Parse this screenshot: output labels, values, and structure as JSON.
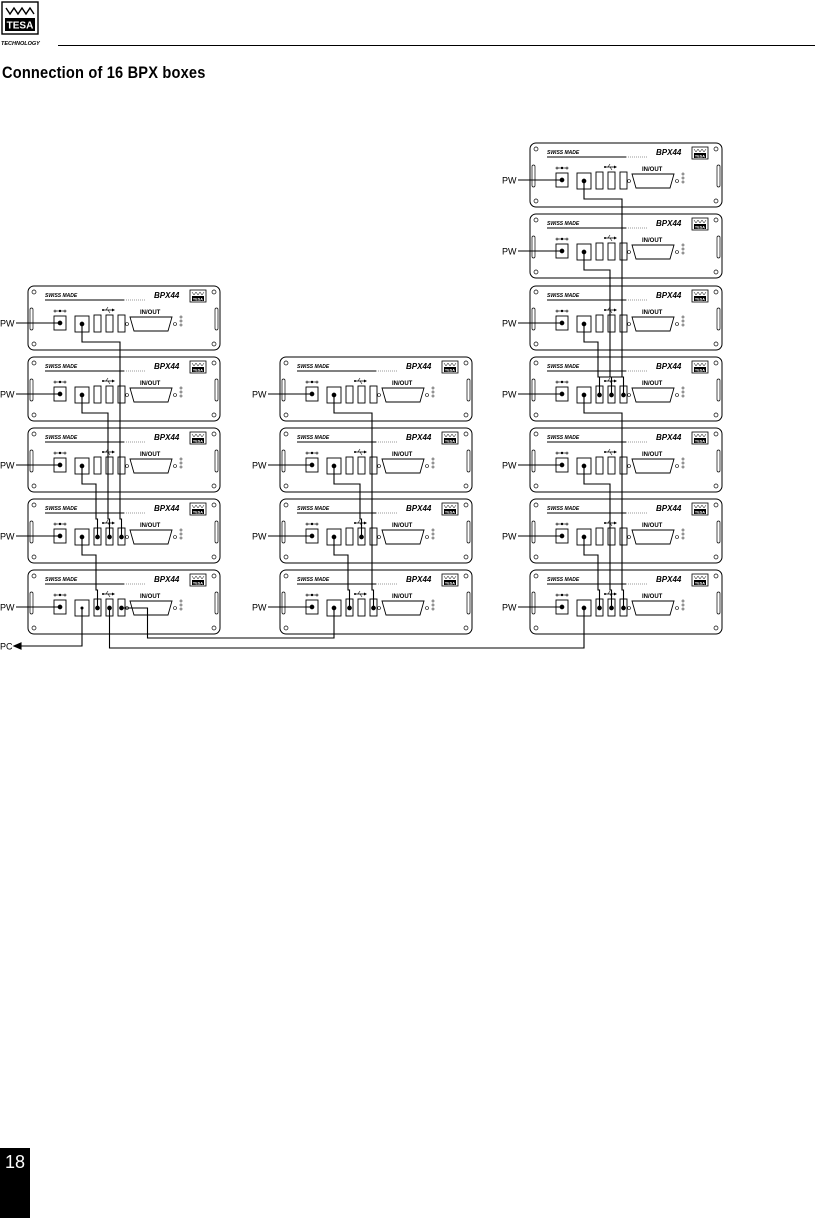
{
  "header": {
    "brand_logo": "TESA",
    "brand_sub": "TECHNOLOGY",
    "logo_icon": "tesa-logo-icon"
  },
  "title": "Connection of 16 BPX boxes",
  "diagram": {
    "box": {
      "swiss_made": "SWISS MADE",
      "model": "BPX44",
      "port_label": "IN/OUT",
      "logo": "TESA",
      "power_icon": "power-connector-icon",
      "usb_icon": "usb-icon"
    },
    "pw_label": "PW",
    "pc_label": "PC"
  },
  "page_number": "18"
}
